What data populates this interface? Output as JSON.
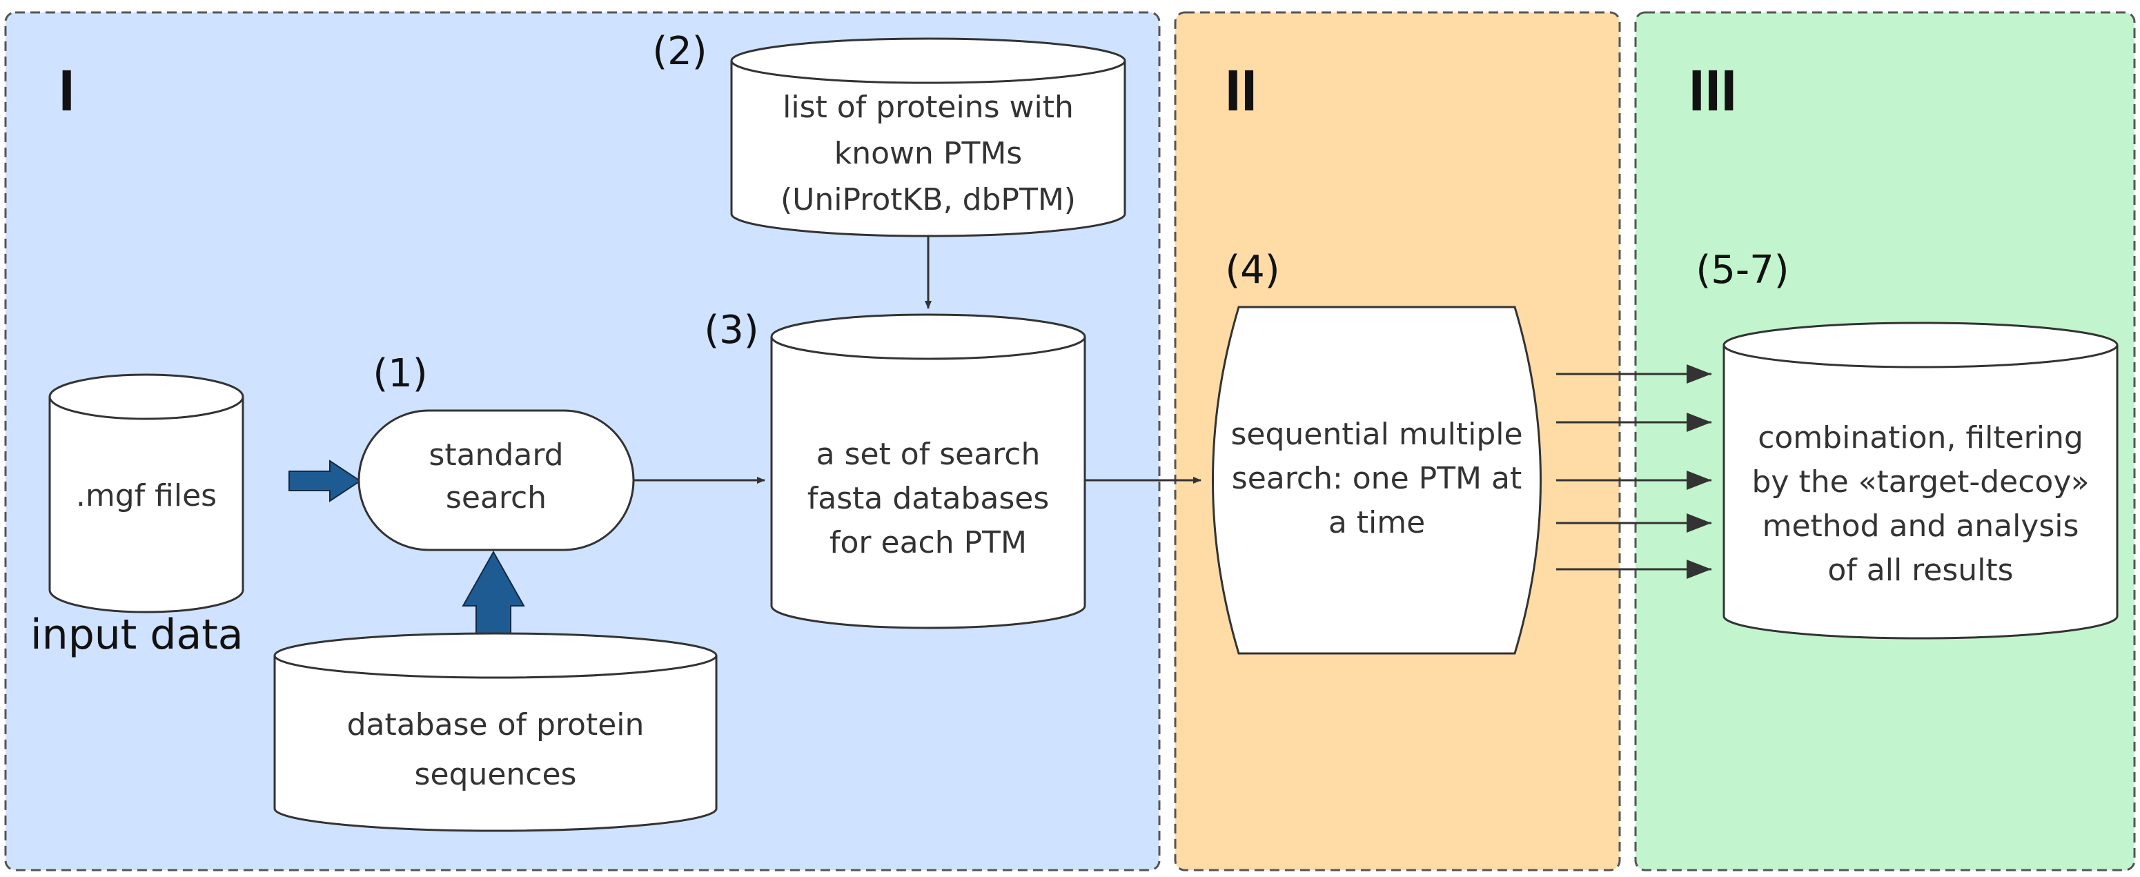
{
  "panels": {
    "p1": {
      "label": "I",
      "color": "#cfe2ff"
    },
    "p2": {
      "label": "II",
      "color": "#ffdba6"
    },
    "p3": {
      "label": "III",
      "color": "#c2f5cd"
    }
  },
  "steps": {
    "s1": "(1)",
    "s2": "(2)",
    "s3": "(3)",
    "s4": "(4)",
    "s57": "(5-7)"
  },
  "nodes": {
    "mgf": {
      "lines": [
        ".mgf files"
      ]
    },
    "standard_search": {
      "lines": [
        "standard",
        "search"
      ]
    },
    "protein_db": {
      "lines": [
        "database of protein",
        "sequences"
      ]
    },
    "ptm_list": {
      "lines": [
        "list of proteins with",
        "known PTMs",
        "(UniProtKB, dbPTM)"
      ]
    },
    "fasta_set": {
      "lines": [
        "a set of search",
        "fasta databases",
        "for each PTM"
      ]
    },
    "sequential": {
      "lines": [
        "sequential multiple",
        "search: one PTM at",
        "a time"
      ]
    },
    "combination": {
      "lines": [
        "combination, filtering",
        "by the «target-decoy»",
        "method and analysis",
        "of all results"
      ]
    }
  },
  "input_label": "input data",
  "colors": {
    "thick_arrow": "#1f5b93",
    "stroke": "#333333"
  }
}
